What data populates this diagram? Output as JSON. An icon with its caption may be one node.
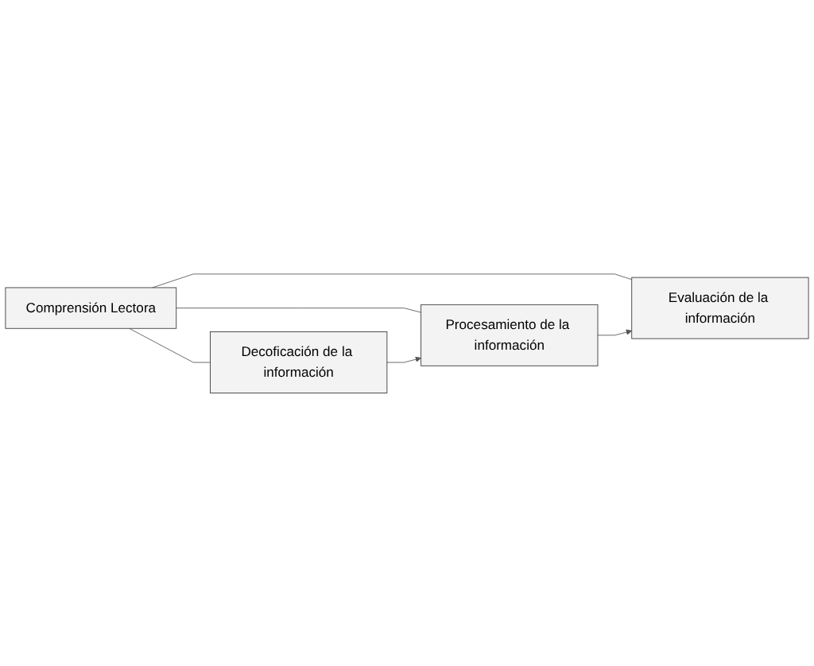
{
  "diagram": {
    "nodes": [
      {
        "text": [
          "Decoficación de la información"
        ]
      },
      {
        "text": [
          "Comprensión Lectora"
        ]
      },
      {
        "text": [
          "Procesamiento de la información"
        ]
      },
      {
        "text": [
          "Evaluación de la información"
        ]
      }
    ],
    "edges": [
      {
        "from": 1,
        "to": 0,
        "arrow": "none"
      },
      {
        "from": 1,
        "to": 2,
        "arrow": "none"
      },
      {
        "from": 1,
        "to": 3,
        "arrow": "none"
      },
      {
        "from": 0,
        "to": 2,
        "arrow": "to"
      },
      {
        "from": 2,
        "to": 3,
        "arrow": "to"
      }
    ]
  }
}
